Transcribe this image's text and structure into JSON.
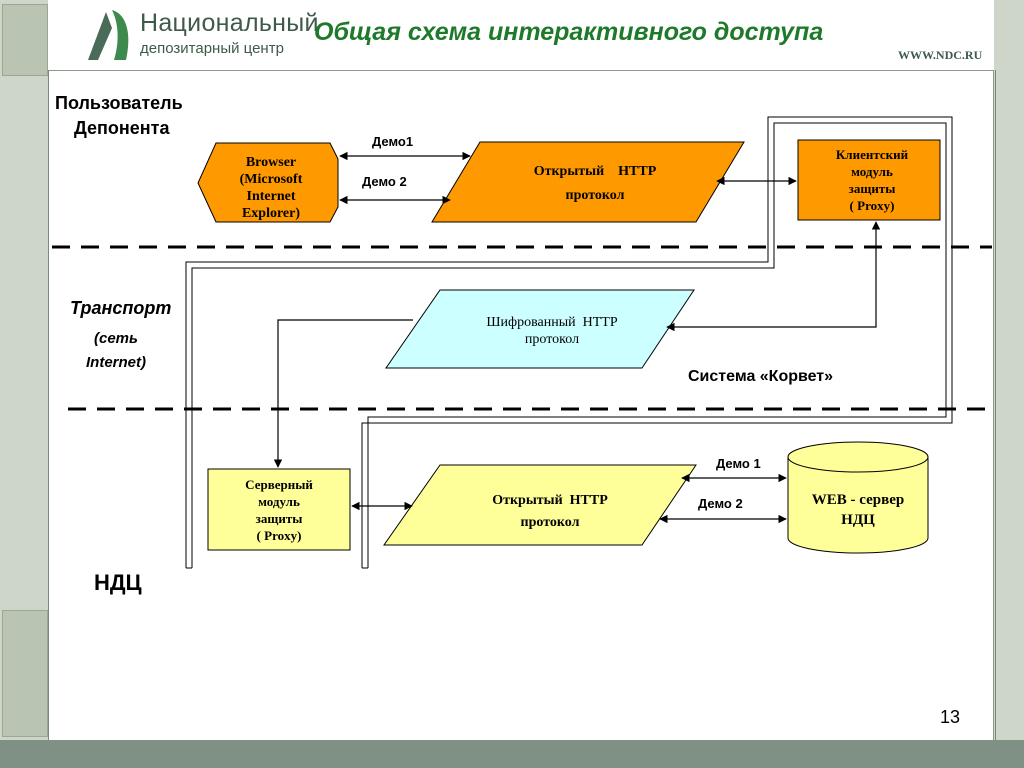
{
  "header": {
    "logo_line1": "Национальный",
    "logo_line2": "депозитарный центр",
    "title": "Общая схема интерактивного доступа",
    "site": "WWW.NDC.RU"
  },
  "zones": {
    "depositor_line1": "Пользователь",
    "depositor_line2": "Депонента",
    "transport_title": "Транспорт",
    "transport_sub1": "(сеть",
    "transport_sub2": "Internet)",
    "korvet": "Система «Корвет»",
    "ndc": "НДЦ"
  },
  "nodes": {
    "browser": [
      "Browser",
      "(Microsoft",
      "Internet",
      "Explorer)"
    ],
    "open_http_top": [
      "Открытый    HTTP",
      "протокол"
    ],
    "client_proxy": [
      "Клиентский",
      "модуль",
      "защиты",
      "( Proxy)"
    ],
    "encrypted_http": [
      "Шифрованный  HTTP",
      "протокол"
    ],
    "server_proxy": [
      "Серверный",
      "модуль",
      "защиты",
      "( Proxy)"
    ],
    "open_http_bottom": [
      "Открытый  HTTP",
      "протокол"
    ],
    "web_server": [
      "WEB - сервер",
      "НДЦ"
    ]
  },
  "edges": {
    "demo1_top": "Демо1",
    "demo2_top": "Демо 2",
    "demo1_bottom": "Демо 1",
    "demo2_bottom": "Демо 2"
  },
  "footer": {
    "page_number": "13"
  },
  "colors": {
    "orange": "#ff9900",
    "cyan": "#ccffff",
    "yellow": "#ffff99",
    "title_green": "#1e7a2a"
  }
}
